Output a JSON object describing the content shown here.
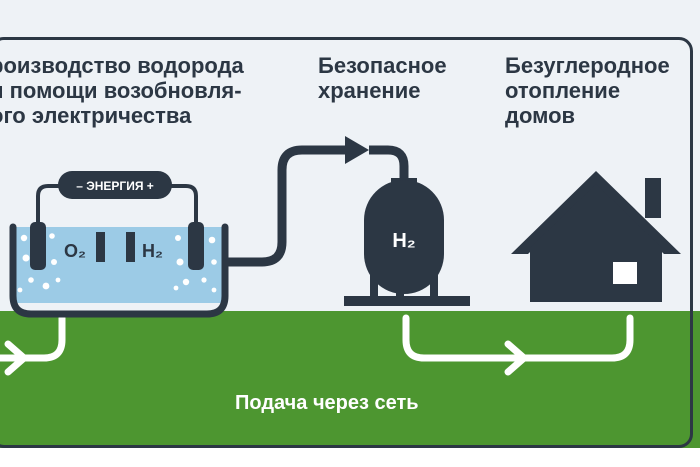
{
  "labels": {
    "production": "роизводство водорода\nи помощи возобновля-\nого электричества",
    "storage": "Безопасное\nхранение",
    "heating": "Безуглеродное\nотопление\nдомов",
    "grid": "Подача через сеть"
  },
  "electrolyzer": {
    "energy_label": "– ЭНЕРГИЯ +",
    "oxygen_label": "O₂",
    "hydrogen_label": "H₂"
  },
  "tank": {
    "label": "H₂"
  },
  "colors": {
    "dark": "#2c3744",
    "ground": "#4d9630",
    "water": "#9ccbe6",
    "sky": "#eef2f6"
  },
  "icons": [
    "electrolyzer-icon",
    "pipe-arrow-icon",
    "hydrogen-tank-icon",
    "house-icon",
    "flow-arrow-icon"
  ]
}
